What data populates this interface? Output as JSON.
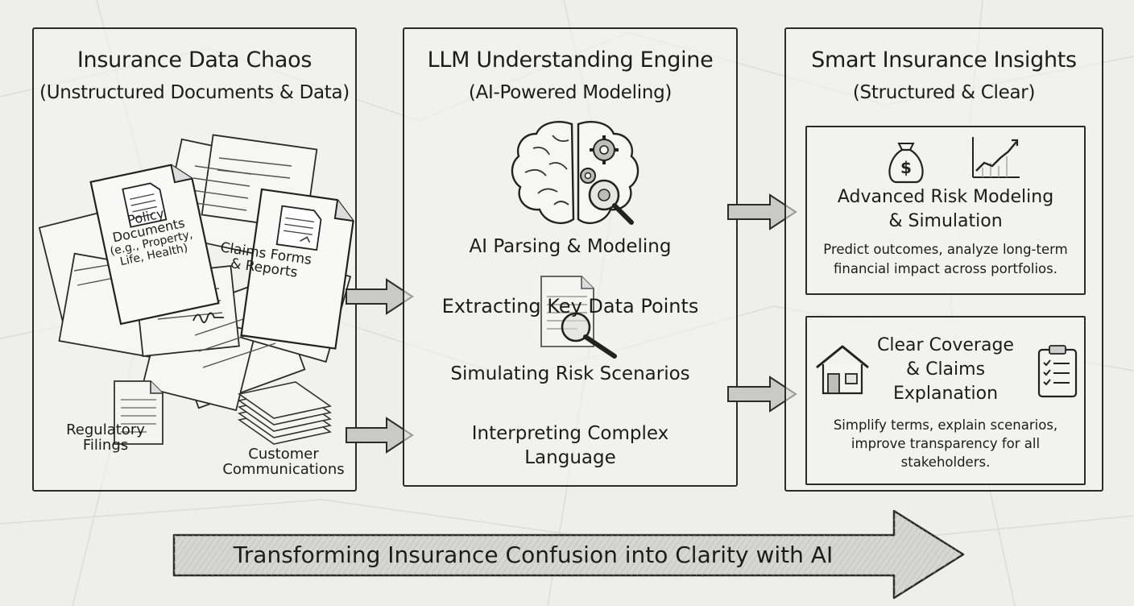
{
  "panel_left": {
    "title": "Insurance Data Chaos",
    "subtitle": "(Unstructured Documents & Data)",
    "policy_documents": [
      "Policy",
      "Documents",
      "(e.g., Property,",
      "Life, Health)"
    ],
    "claims_forms": [
      "Claims Forms",
      "& Reports"
    ],
    "regulatory_filings": [
      "Regulatory",
      "Filings"
    ],
    "customer_communications": [
      "Customer",
      "Communications"
    ]
  },
  "panel_middle": {
    "title": "LLM Understanding Engine",
    "subtitle": "(AI-Powered Modeling)",
    "step_parsing": "AI Parsing & Modeling",
    "step_extracting": "Extracting Key Data Points",
    "step_simulating": "Simulating Risk Scenarios",
    "step_interpreting": [
      "Interpreting Complex",
      "Language"
    ]
  },
  "panel_right": {
    "title": "Smart Insurance Insights",
    "subtitle": "(Structured & Clear)",
    "card_risk": {
      "title": [
        "Advanced Risk Modeling",
        "& Simulation"
      ],
      "description": [
        "Predict outcomes, analyze long-term",
        "financial impact across portfolios."
      ]
    },
    "card_coverage": {
      "title": [
        "Clear Coverage",
        "& Claims",
        "Explanation"
      ],
      "description": [
        "Simplify terms, explain scenarios,",
        "improve transparency for all",
        "stakeholders."
      ]
    }
  },
  "banner": {
    "text": "Transforming Insurance Confusion into Clarity with AI"
  },
  "icons": [
    "document-icon",
    "signature-icon",
    "brain-icon",
    "gear-icon",
    "magnifier-icon",
    "money-bag-icon",
    "line-chart-icon",
    "house-icon",
    "clipboard-checklist-icon",
    "right-arrow-icon"
  ],
  "colors": {
    "background": "#eeeeec",
    "ink": "#1c1c1c",
    "arrow_fill": "#c9c9c7"
  }
}
